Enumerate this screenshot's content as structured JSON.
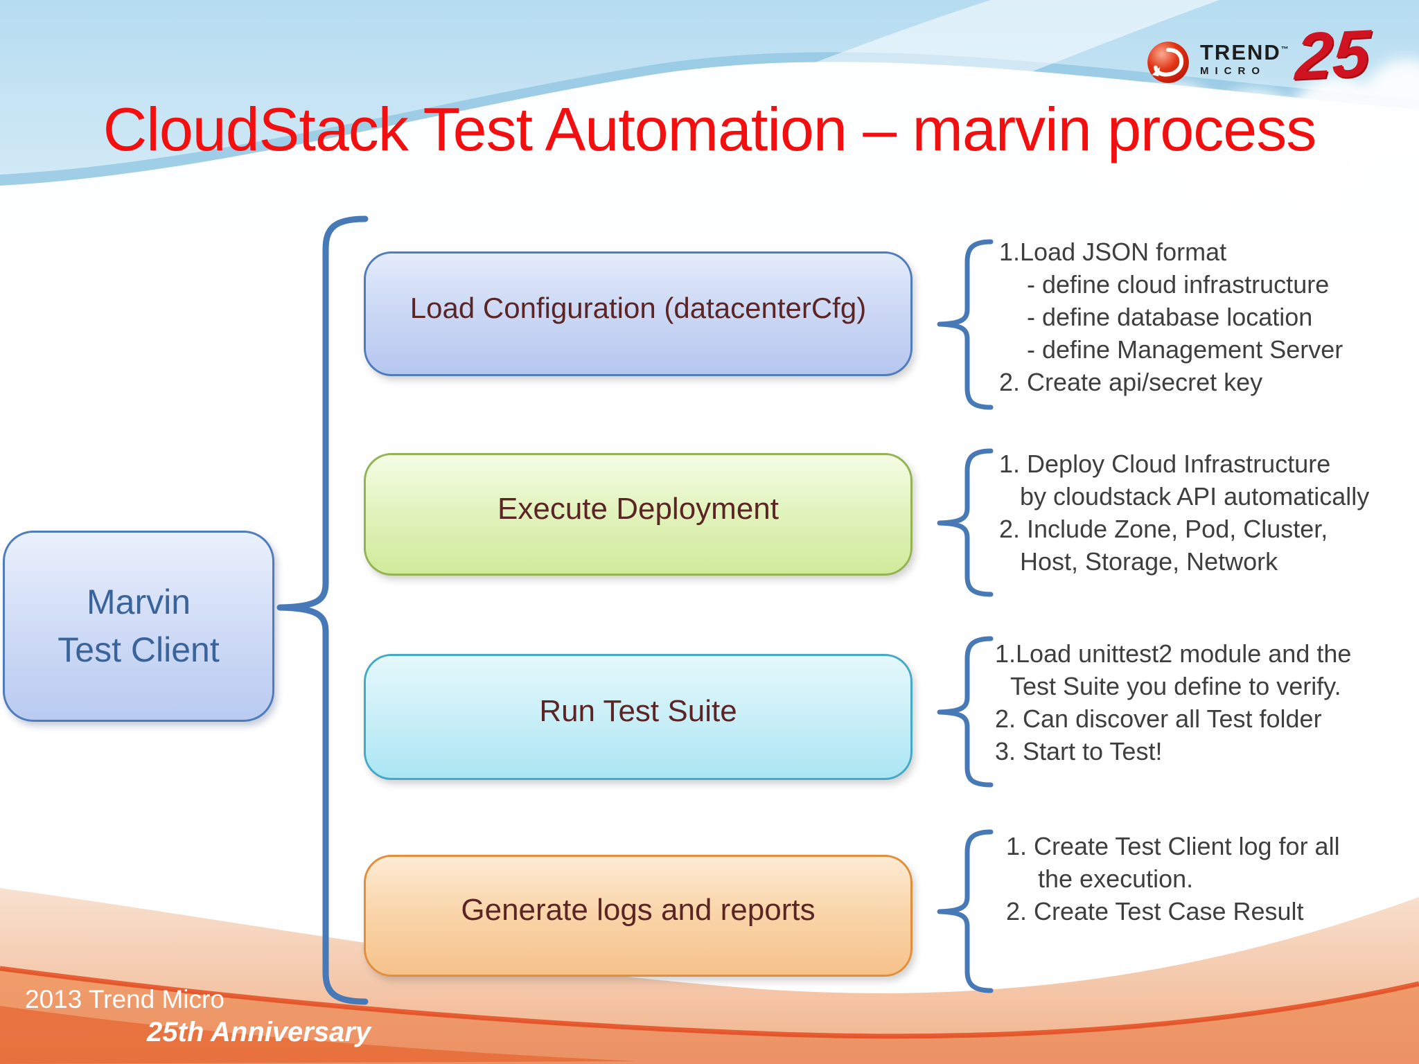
{
  "title": "CloudStack Test Automation – marvin process",
  "logo": {
    "brand_top": "TREND",
    "trademark": "™",
    "brand_bottom": "MICRO",
    "anniversary": "25"
  },
  "client": {
    "line1": "Marvin",
    "line2": "Test Client"
  },
  "steps": [
    {
      "label": "Load Configuration (datacenterCfg)",
      "notes": [
        "1.Load JSON format",
        "- define cloud infrastructure",
        "- define database location",
        "- define Management Server",
        "2. Create api/secret key"
      ]
    },
    {
      "label": "Execute Deployment",
      "notes": [
        "1. Deploy Cloud Infrastructure",
        "by cloudstack API automatically",
        "2. Include Zone, Pod, Cluster,",
        "Host, Storage, Network"
      ]
    },
    {
      "label": "Run Test Suite",
      "notes": [
        "1.Load unittest2 module and the",
        "Test Suite you define to verify.",
        "2. Can discover all Test folder",
        "3. Start to Test!"
      ]
    },
    {
      "label": "Generate logs and reports",
      "notes": [
        "1. Create Test Client log for all",
        "the execution.",
        "2. Create Test Case Result"
      ]
    }
  ],
  "footer": {
    "line1": "2013 Trend Micro",
    "line2": "25th Anniversary"
  },
  "colors": {
    "title_red": "#f20f0f",
    "brace_blue": "#4679b6",
    "note_text": "#3e3e3e",
    "box_label_maroon": "#5b2525",
    "client_text_blue": "#3a6399",
    "step_blue_border": "#4f7cba",
    "step_green_border": "#94b355",
    "step_cyan_border": "#46a9c6",
    "step_orange_border": "#e18f3d",
    "logo_red": "#cf1320",
    "footer_white": "#ffffff"
  }
}
